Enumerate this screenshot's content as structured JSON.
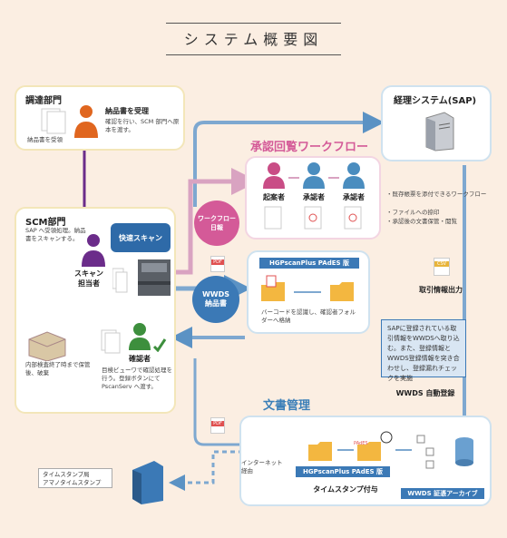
{
  "title": "システム概要図",
  "procurement": {
    "heading": "調達部門",
    "receive_caption": "納品書を受領",
    "person_title": "納品書を受理",
    "person_desc": "確認を行い、SCM 部門へ原本を渡す。"
  },
  "accounting": {
    "heading": "経理システム(SAP)"
  },
  "workflow": {
    "title": "承認回覧ワークフロー",
    "roles": [
      "起案者",
      "承認者",
      "承認者"
    ],
    "notes": [
      "・既存帳票を添付できるワークフロー",
      "・ファイルへの捺印",
      "・承認後の文書保管・閲覧"
    ],
    "badge": "ワークフロー\n日報"
  },
  "scm": {
    "heading": "SCM部門",
    "desc": "SAP へ受領処理。納品書をスキャンする。",
    "scanner_label": "スキャン\n担当者",
    "logo_text": "快速スキャン",
    "archive_desc": "内部検査終了時まで保管後、破棄",
    "checker_title": "確認者",
    "checker_desc": "目検ビューワで確認処理を行う。登録ボタンにてPscanServ へ渡す。"
  },
  "padess": {
    "header": "HGPscanPlus PAdES 版",
    "desc": "バーコードを認識し、確認者フォルダーへ格納",
    "wwds_badge": "WWDS\n納品書",
    "pdf_label": "PDF"
  },
  "sap_side": {
    "csv_label": "CSV",
    "output_label": "取引情報出力",
    "note": "SAPに登録されている取引情報をWWDSへ取り込む。また、登録情報とWWDS登録情報を突き合わせし、登録漏れチェックを実施",
    "auto_reg": "WWDS 自動登録"
  },
  "document_mgmt": {
    "title": "文書管理",
    "pdf_label": "PDF",
    "pades_label": "PAdES",
    "header": "HGPscanPlus PAdES 版",
    "timestamp": "タイムスタンプ付与",
    "archive": "WWDS 証憑アーカイブ",
    "internet": "インターネット\n経由"
  },
  "tsa": {
    "label": "タイムスタンプ局\nアマノタイムスタンプ"
  },
  "colors": {
    "background": "#fbeee2",
    "purple": "#6b2c8a",
    "blue": "#5b92c4",
    "pink": "#d45a98",
    "orange": "#e0661f",
    "green": "#3d8f3d"
  }
}
